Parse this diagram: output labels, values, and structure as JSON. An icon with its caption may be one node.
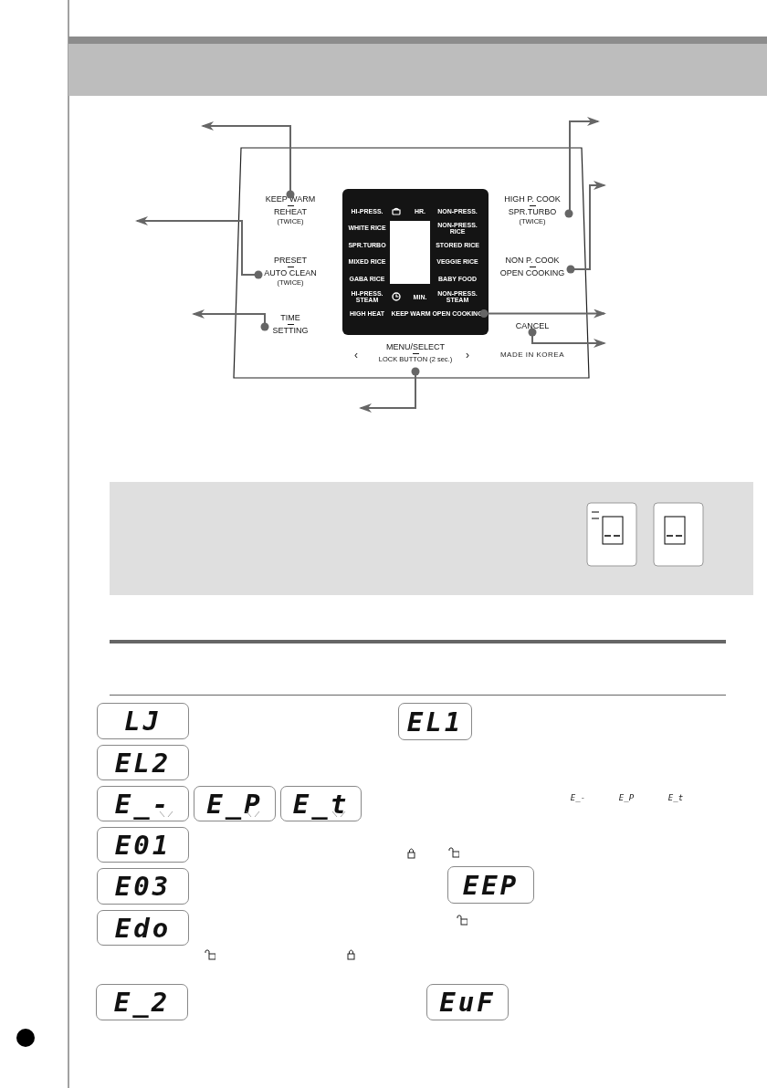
{
  "diagram": {
    "nodes": [
      {
        "text": [],
        "shape": "box"
      },
      {
        "text": [
          "KEEP WARM",
          "REHEAT",
          "(TWICE)"
        ],
        "in": 0
      },
      {
        "text": [
          "PRESET",
          "AUTO CLEAN",
          "(TWICE)"
        ],
        "in": 0
      },
      {
        "text": [
          "TIME",
          "SETTING"
        ],
        "in": 0
      },
      {
        "text": [
          "MENU/SELECT",
          "LOCK BUTTON (2 sec.)"
        ],
        "in": 0
      },
      {
        "text": [
          "HIGH P. COOK",
          "SPR.TURBO",
          "(TWICE)"
        ],
        "in": 0
      },
      {
        "text": [
          "NON P. COOK",
          "OPEN COOKING"
        ],
        "in": 0
      },
      {
        "text": [
          "CANCEL"
        ],
        "in": 0
      },
      {
        "text": [
          "HI-PRESS.",
          "HR.",
          "NON-PRESS.",
          "WHITE RICE",
          "NON-PRESS. RICE",
          "SPR.TURBO",
          "STORED RICE",
          "MIXED RICE",
          "VEGGIE RICE",
          "GABA RICE",
          "BABY FOOD",
          "HI-PRESS. STEAM",
          "MIN.",
          "NON-PRESS. STEAM",
          "HIGH HEAT",
          "KEEP WARM"
        ],
        "in": 0
      },
      {
        "text": [
          "OPEN COOKING"
        ],
        "in": 8
      },
      {
        "text": [
          "LJ"
        ]
      },
      {
        "text": [
          "EL1"
        ]
      },
      {
        "text": [
          "EL2"
        ]
      },
      {
        "text": [
          "E_-"
        ]
      },
      {
        "text": [
          "E_P"
        ]
      },
      {
        "text": [
          "E_t"
        ]
      },
      {
        "text": [
          "E01"
        ]
      },
      {
        "text": [
          "E03"
        ]
      },
      {
        "text": [
          "EEP"
        ]
      },
      {
        "text": [
          "Edo"
        ]
      },
      {
        "text": [
          "E_2"
        ]
      },
      {
        "text": [
          "EuF"
        ]
      }
    ],
    "edges": [
      {
        "from": 1,
        "to": null,
        "arrow": "to"
      },
      {
        "from": 2,
        "to": null,
        "arrow": "to"
      },
      {
        "from": 3,
        "to": null,
        "arrow": "to"
      },
      {
        "from": 4,
        "to": null,
        "arrow": "to"
      },
      {
        "from": 5,
        "to": null,
        "arrow": "to"
      },
      {
        "from": 6,
        "to": null,
        "arrow": "to"
      },
      {
        "from": 9,
        "to": null,
        "arrow": "to"
      },
      {
        "from": 7,
        "to": null,
        "arrow": "to"
      }
    ],
    "labels": [
      "‹",
      "›",
      "MADE IN KOREA",
      "E_-",
      "E_P",
      "E_t"
    ]
  }
}
